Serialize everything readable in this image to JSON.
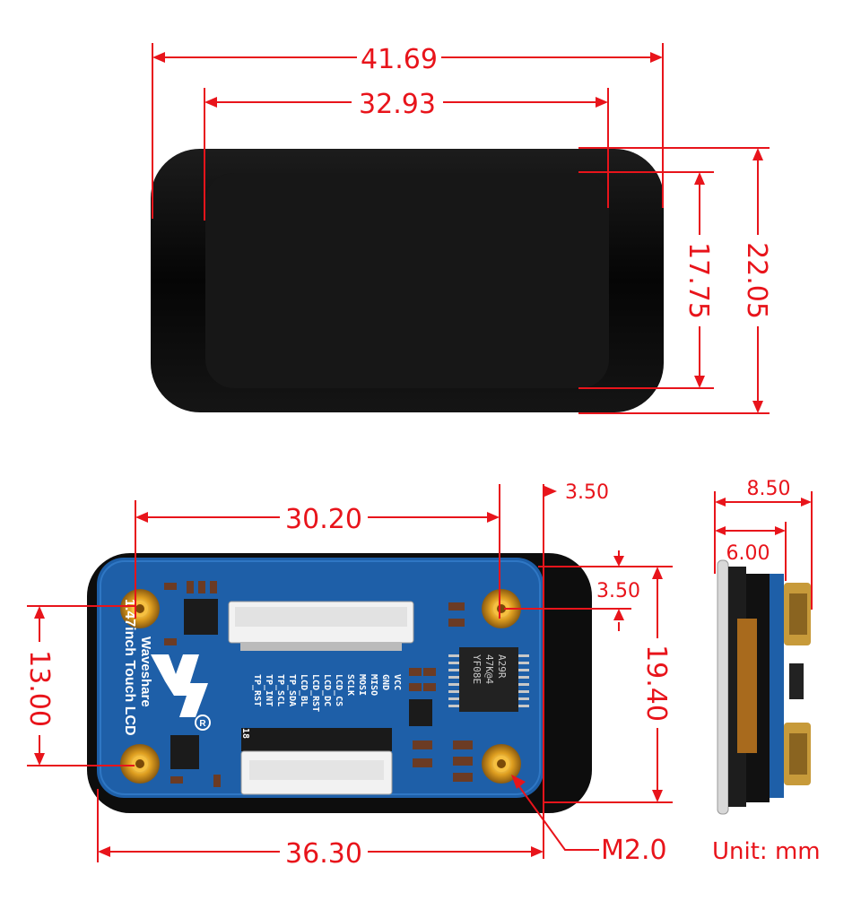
{
  "top_view": {
    "width_total": "41.69",
    "width_display": "32.93",
    "height_display": "17.75",
    "height_total": "22.05"
  },
  "back_view": {
    "hole_spacing_x": "30.20",
    "edge_offset_top": "3.50",
    "edge_offset_right": "3.50",
    "hole_spacing_y": "13.00",
    "board_height": "19.40",
    "board_width": "36.30",
    "hole_label": "M2.0",
    "silkscreen": {
      "brand": "Waveshare",
      "product": "1.47inch Touch LCD",
      "pins": [
        "VCC",
        "GND",
        "MISO",
        "MOSI",
        "SCLK",
        "LCD_CS",
        "LCD_DC",
        "LCD_RST",
        "LCD_BL",
        "TP_SDA",
        "TP_SCL",
        "TP_INT",
        "TP_RST"
      ],
      "pin_number": "18",
      "chip_marking": [
        "YF08E",
        "47K@4",
        "A29R"
      ]
    }
  },
  "side_view": {
    "thickness_total": "8.50",
    "thickness_board": "6.00"
  },
  "unit_label": "Unit: mm",
  "colors": {
    "dimension": "#e8141b",
    "pcb": "#1e5fa8",
    "bezel": "#0a0a0a"
  }
}
